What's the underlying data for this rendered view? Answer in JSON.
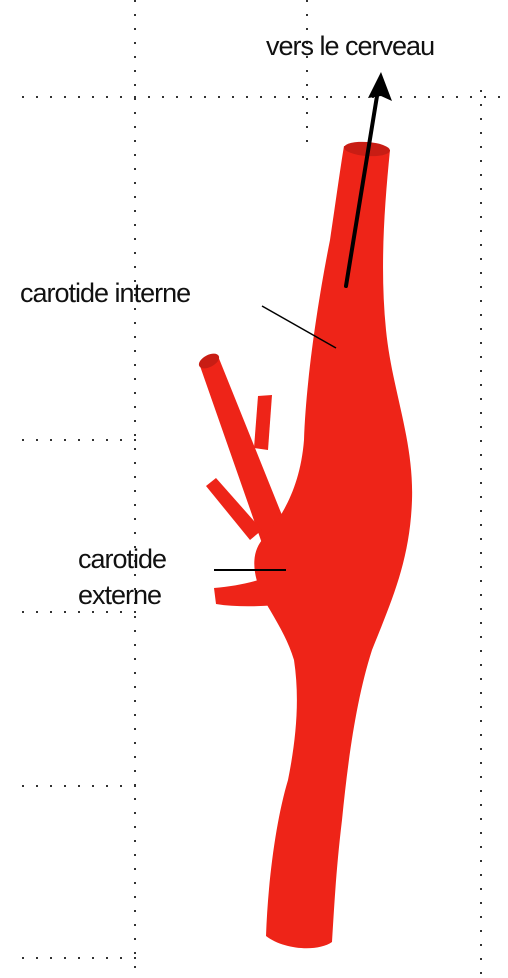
{
  "labels": {
    "to_brain": "vers le cerveau",
    "internal_carotid": "carotide interne",
    "external_carotid_line1": "carotide",
    "external_carotid_line2": "externe"
  },
  "colors": {
    "artery": "#ee2418",
    "artery_dark": "#c81d14",
    "grid_dots": "#333333",
    "arrow": "#000000",
    "text": "#111111"
  }
}
